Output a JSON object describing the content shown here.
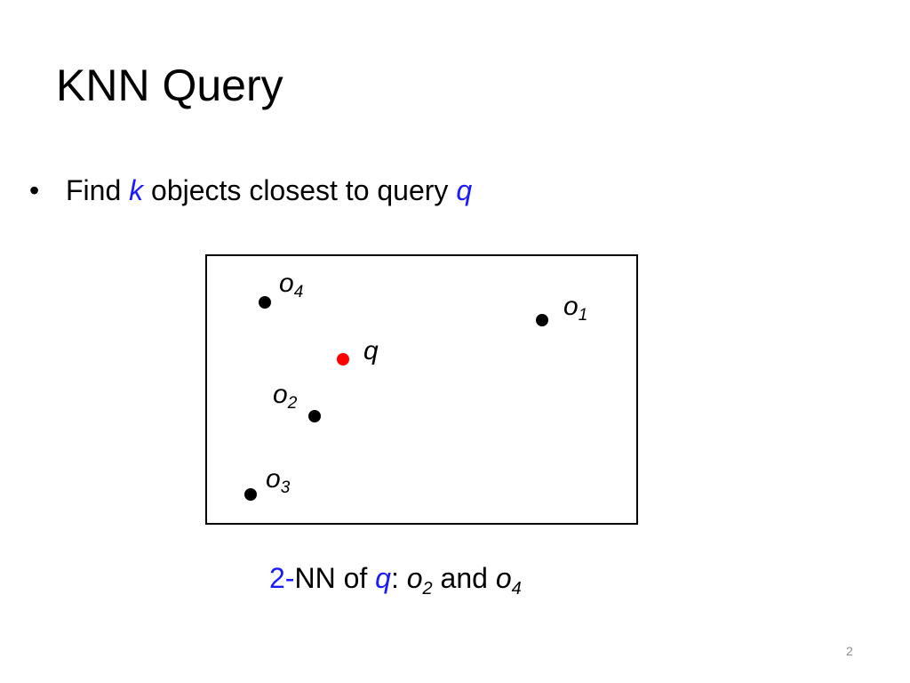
{
  "slide": {
    "title": "KNN Query",
    "bullet": {
      "marker": "•",
      "text_before": "Find ",
      "k": "k",
      "text_middle": " objects closest to query ",
      "q": "q"
    },
    "points": [
      {
        "name": "o",
        "index": "4"
      },
      {
        "name": "o",
        "index": "1"
      },
      {
        "name": "q",
        "index": ""
      },
      {
        "name": "o",
        "index": "2"
      },
      {
        "name": "o",
        "index": "3"
      }
    ],
    "caption": {
      "k_value": "2-",
      "text1": "NN of ",
      "q": "q",
      "colon": ": ",
      "o2_name": "o",
      "o2_index": "2",
      "and": " and ",
      "o4_name": "o",
      "o4_index": "4"
    },
    "page_number": "2"
  },
  "colors": {
    "accent": "#1a1aff",
    "query_point": "#ff0000",
    "object_point": "#000000"
  }
}
